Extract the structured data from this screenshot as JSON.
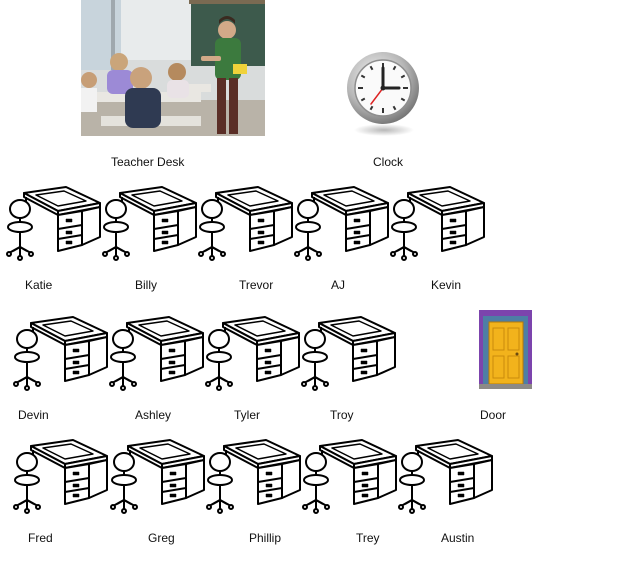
{
  "front": {
    "teacher_desk_label": "Teacher Desk",
    "clock_label": "Clock"
  },
  "rows": [
    {
      "desks": [
        "Katie",
        "Billy",
        "Trevor",
        "AJ",
        "Kevin"
      ]
    },
    {
      "desks": [
        "Devin",
        "Ashley",
        "Tyler",
        "Troy"
      ]
    },
    {
      "desks": [
        "Fred",
        "Greg",
        "Phillip",
        "Trey",
        "Austin"
      ]
    }
  ],
  "door": {
    "label": "Door"
  },
  "icons": {
    "teacher": "classroom-photo",
    "clock": "clock-icon",
    "door": "door-photo",
    "desk": "student-desk-icon"
  }
}
